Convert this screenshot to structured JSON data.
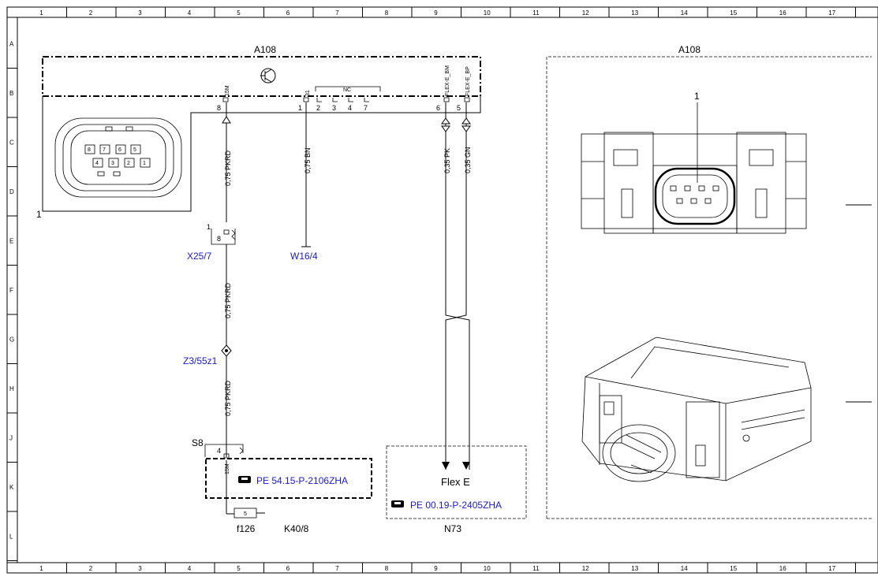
{
  "grid": {
    "columns": [
      "1",
      "2",
      "3",
      "4",
      "5",
      "6",
      "7",
      "8",
      "9",
      "10",
      "11",
      "12",
      "13",
      "14",
      "15",
      "16",
      "17"
    ],
    "rows": [
      "A",
      "B",
      "C",
      "D",
      "E",
      "F",
      "G",
      "H",
      "J",
      "K",
      "L"
    ]
  },
  "components": {
    "a108_left": "A108",
    "a108_right": "A108",
    "connector_callout": "1",
    "view_callout": "1",
    "x25_7": "X25/7",
    "w16_4": "W16/4",
    "z3_55z1": "Z3/55z1",
    "s8": "S8",
    "f126": "f126",
    "k40_8": "K40/8",
    "n73": "N73",
    "flex_e": "Flex E",
    "x25_callout": "1"
  },
  "pins": {
    "p8": "8",
    "p1": "1",
    "p2": "2",
    "p3": "3",
    "p4": "4",
    "p7": "7",
    "p6": "6",
    "p5": "5",
    "x25_pin": "8",
    "s8_pin": "4",
    "f126_pin": "5",
    "p15m": "15M",
    "p31": "31",
    "nc": "NC",
    "flex_bm": "FLEX-E_BM",
    "flex_bp": "FLEX-E_BP",
    "s8_15m": "15M"
  },
  "connector_pins": {
    "row1": [
      "8",
      "7",
      "6",
      "5"
    ],
    "row2": [
      "4",
      "3",
      "2",
      "1"
    ]
  },
  "wires": {
    "w1": "0,75 PKRD",
    "w2": "0,75 BN",
    "w3": "0,35 PK",
    "w4": "0,35 GN",
    "w5": "0,75 PKRD",
    "w6": "0,75 PKRD"
  },
  "links": {
    "pe_54": "PE 54.15-P-2106ZHA",
    "pe_00": "PE 00.19-P-2405ZHA"
  },
  "colors": {
    "link_blue": "#1a1acc"
  }
}
